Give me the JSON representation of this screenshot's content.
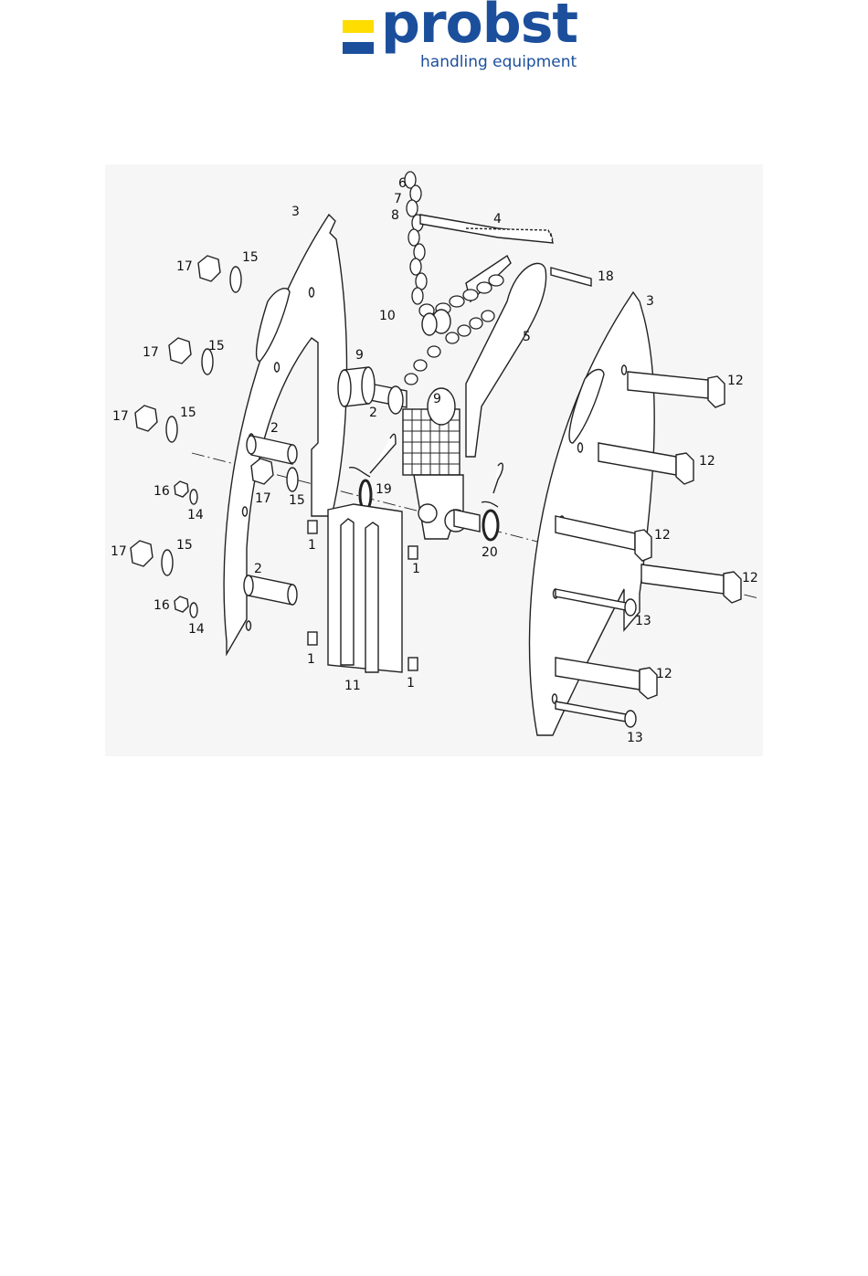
{
  "logo": {
    "brand": "probst",
    "tagline": "handling equipment",
    "colors": {
      "blue": "#1b4f9c",
      "yellow": "#ffdd00"
    }
  },
  "drawing": {
    "labels": [
      {
        "text": "6"
      },
      {
        "text": "7"
      },
      {
        "text": "8"
      },
      {
        "text": "4"
      },
      {
        "text": "3"
      },
      {
        "text": "17"
      },
      {
        "text": "15"
      },
      {
        "text": "18"
      },
      {
        "text": "3"
      },
      {
        "text": "10"
      },
      {
        "text": "5"
      },
      {
        "text": "9"
      },
      {
        "text": "17"
      },
      {
        "text": "15"
      },
      {
        "text": "12"
      },
      {
        "text": "2"
      },
      {
        "text": "9"
      },
      {
        "text": "17"
      },
      {
        "text": "15"
      },
      {
        "text": "2"
      },
      {
        "text": "12"
      },
      {
        "text": "19"
      },
      {
        "text": "16"
      },
      {
        "text": "17"
      },
      {
        "text": "15"
      },
      {
        "text": "14"
      },
      {
        "text": "1"
      },
      {
        "text": "12"
      },
      {
        "text": "20"
      },
      {
        "text": "17"
      },
      {
        "text": "15"
      },
      {
        "text": "2"
      },
      {
        "text": "1"
      },
      {
        "text": "12"
      },
      {
        "text": "16"
      },
      {
        "text": "14"
      },
      {
        "text": "13"
      },
      {
        "text": "1"
      },
      {
        "text": "12"
      },
      {
        "text": "11"
      },
      {
        "text": "1"
      },
      {
        "text": "13"
      }
    ]
  }
}
